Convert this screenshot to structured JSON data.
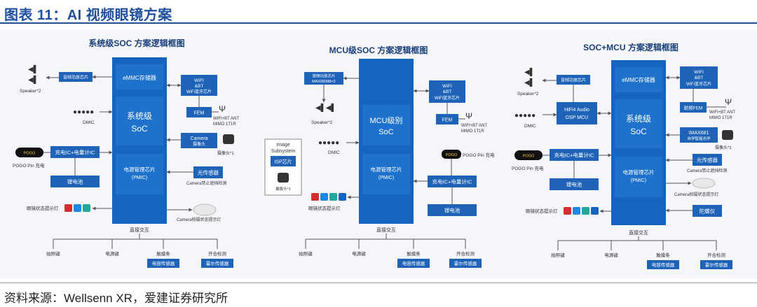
{
  "title": "图表 11：AI 视频眼镜方案",
  "source": "资料来源：Wellsenn XR，爱建证券研究所",
  "colors": {
    "title": "#1f4e9c",
    "soc": "#1565c0",
    "block": "#1e63b8",
    "dark": "#1b55a3"
  },
  "p1": {
    "title": "系统级SOC 方案逻辑框图",
    "emmc": "eMMC存储器",
    "soc": [
      "系统级",
      "SoC"
    ],
    "pmic": [
      "电源管理芯片",
      "(PMIC)"
    ],
    "audio_chip": "音频功放芯片",
    "speaker": "Speaker*2",
    "dmic": "DMIC",
    "wifi": [
      "WIFI",
      "&BT",
      "WiFi蓝牙芯片"
    ],
    "fem": "FEM",
    "ant": [
      "WIFI+BT ANT",
      "MIMO 1T1R"
    ],
    "camera": [
      "Camera",
      "摄像头"
    ],
    "camera_lbl": "摄像头*1",
    "charge": "充电IC+电量计IC",
    "pogo_tag": "POGO",
    "pogo": "POGO Pin 充电",
    "battery": "锂电池",
    "light": "光传感器",
    "light_lbl": "Camera禁止遮挡检测",
    "led": "眼镜状态提示灯",
    "cam_led": "Camera拍摄状态提示灯",
    "direct": "直接交互",
    "bottom": [
      "拍照键",
      "电源键",
      "触摸条",
      "开合检测"
    ],
    "bottom_boxes": [
      "电容传感器",
      "霍尔传感器"
    ]
  },
  "p2": {
    "title": "MCU级SOC 方案逻辑框图",
    "audio_chip": [
      "音频功放芯片",
      "MAX98388×2"
    ],
    "speaker": "Speaker*2",
    "dmic": "DMIC",
    "mcu": [
      "MCU级别",
      "SoC"
    ],
    "pmic": [
      "电源管理芯片",
      "(PMIC)"
    ],
    "wifi": [
      "WIFI",
      "&BT",
      "WiFi蓝牙芯片"
    ],
    "fem": "FEM",
    "ant": [
      "WIFI+BT ANT",
      "MIMO 1T1R"
    ],
    "isp_title": [
      "Image",
      "Subsystem"
    ],
    "isp": "ISP芯片",
    "isp_cam": "摄像头*1",
    "pogo_tag": "POGO",
    "pogo": "POGO Pin 充电",
    "charge": "充电IC+电量计IC",
    "battery": "锂电池",
    "led": "眼镜状态提示灯",
    "direct": "直接交互",
    "bottom": [
      "拍照键",
      "电源键",
      "触摸条",
      "开合检测"
    ],
    "bottom_boxes": [
      "电容传感器",
      "霍尔传感器"
    ]
  },
  "p3": {
    "title": "SOC+MCU 方案逻辑框图",
    "emmc": "eMMC存储器",
    "soc": [
      "系统级",
      "SoC"
    ],
    "pmic": [
      "电源管理芯片",
      "(PMIC)"
    ],
    "audio_chip": "音频功放芯片",
    "speaker": "Speaker*2",
    "dmic": "DMIC",
    "hifi": [
      "HiFi4 Audio",
      "DSP MCU"
    ],
    "wifi": [
      "WIFI",
      "&BT",
      "WiFi蓝牙芯片"
    ],
    "fem": "射频FEM",
    "ant": [
      "WIFI+BT ANT",
      "MIMO 1T1R"
    ],
    "imax": [
      "IMAX681",
      "自学智能光学"
    ],
    "cam_lbl": "摄像头*1",
    "charge": "充电IC+电量计IC",
    "pogo_tag": "POGO",
    "pogo": "POGO Pin 充电",
    "battery": "锂电池",
    "light": "光传感器",
    "light_lbl": "Camera禁止遮挡检测",
    "cam_led": "Camera拍摄状态提示灯",
    "led": "眼镜状态提示灯",
    "imu": "陀螺仪",
    "direct": "直接交互",
    "bottom": [
      "拍照键",
      "电源键",
      "触摸条",
      "开合检测"
    ],
    "bottom_boxes": [
      "电容传感器",
      "霍尔传感器"
    ]
  }
}
